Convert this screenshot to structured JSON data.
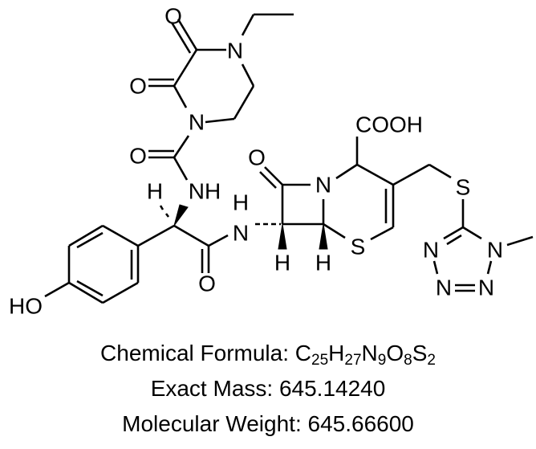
{
  "figure": {
    "type": "chemical-structure",
    "compound_labels": {
      "carboxyl": "COOH",
      "hydroxyl": "HO",
      "atoms": {
        "O": "O",
        "N": "N",
        "NH": "NH",
        "H": "H",
        "S": "S"
      }
    }
  },
  "captions": {
    "formula_label": "Chemical Formula: ",
    "formula_parts": [
      {
        "el": "C",
        "n": "25"
      },
      {
        "el": "H",
        "n": "27"
      },
      {
        "el": "N",
        "n": "9"
      },
      {
        "el": "O",
        "n": "8"
      },
      {
        "el": "S",
        "n": "2"
      }
    ],
    "exact_mass": "Exact Mass: 645.14240",
    "molecular_weight": "Molecular Weight: 645.66600"
  },
  "colors": {
    "ink": "#000000",
    "background": "#ffffff"
  }
}
